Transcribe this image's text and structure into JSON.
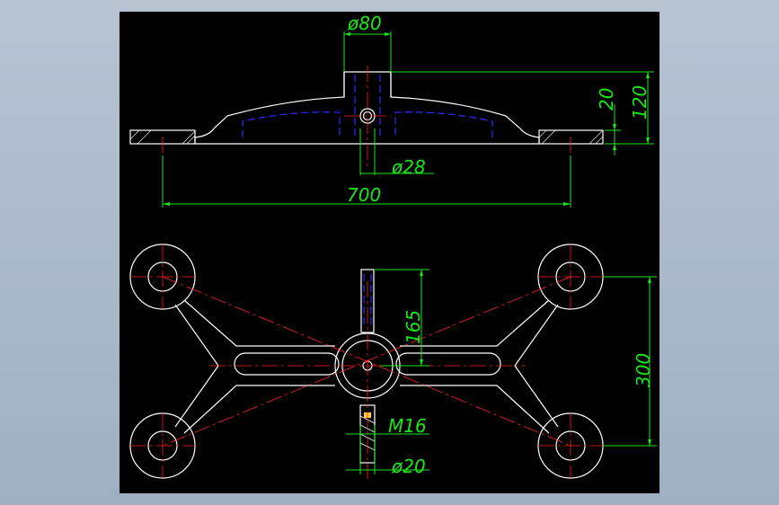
{
  "drawing": {
    "title": "",
    "dimensions": {
      "top_flange_dia": "ø80",
      "top_height_small": "20",
      "top_height_total": "120",
      "hole_dia": "ø28",
      "overall_length": "700",
      "stem_length": "165",
      "arm_spacing": "300",
      "thread": "M16",
      "rod_dia": "ø20"
    }
  },
  "colors": {
    "background": "#000000",
    "outline": "#ffffff",
    "centerline": "#ff2020",
    "hidden": "#2b2bff",
    "dimension": "#18e818"
  }
}
